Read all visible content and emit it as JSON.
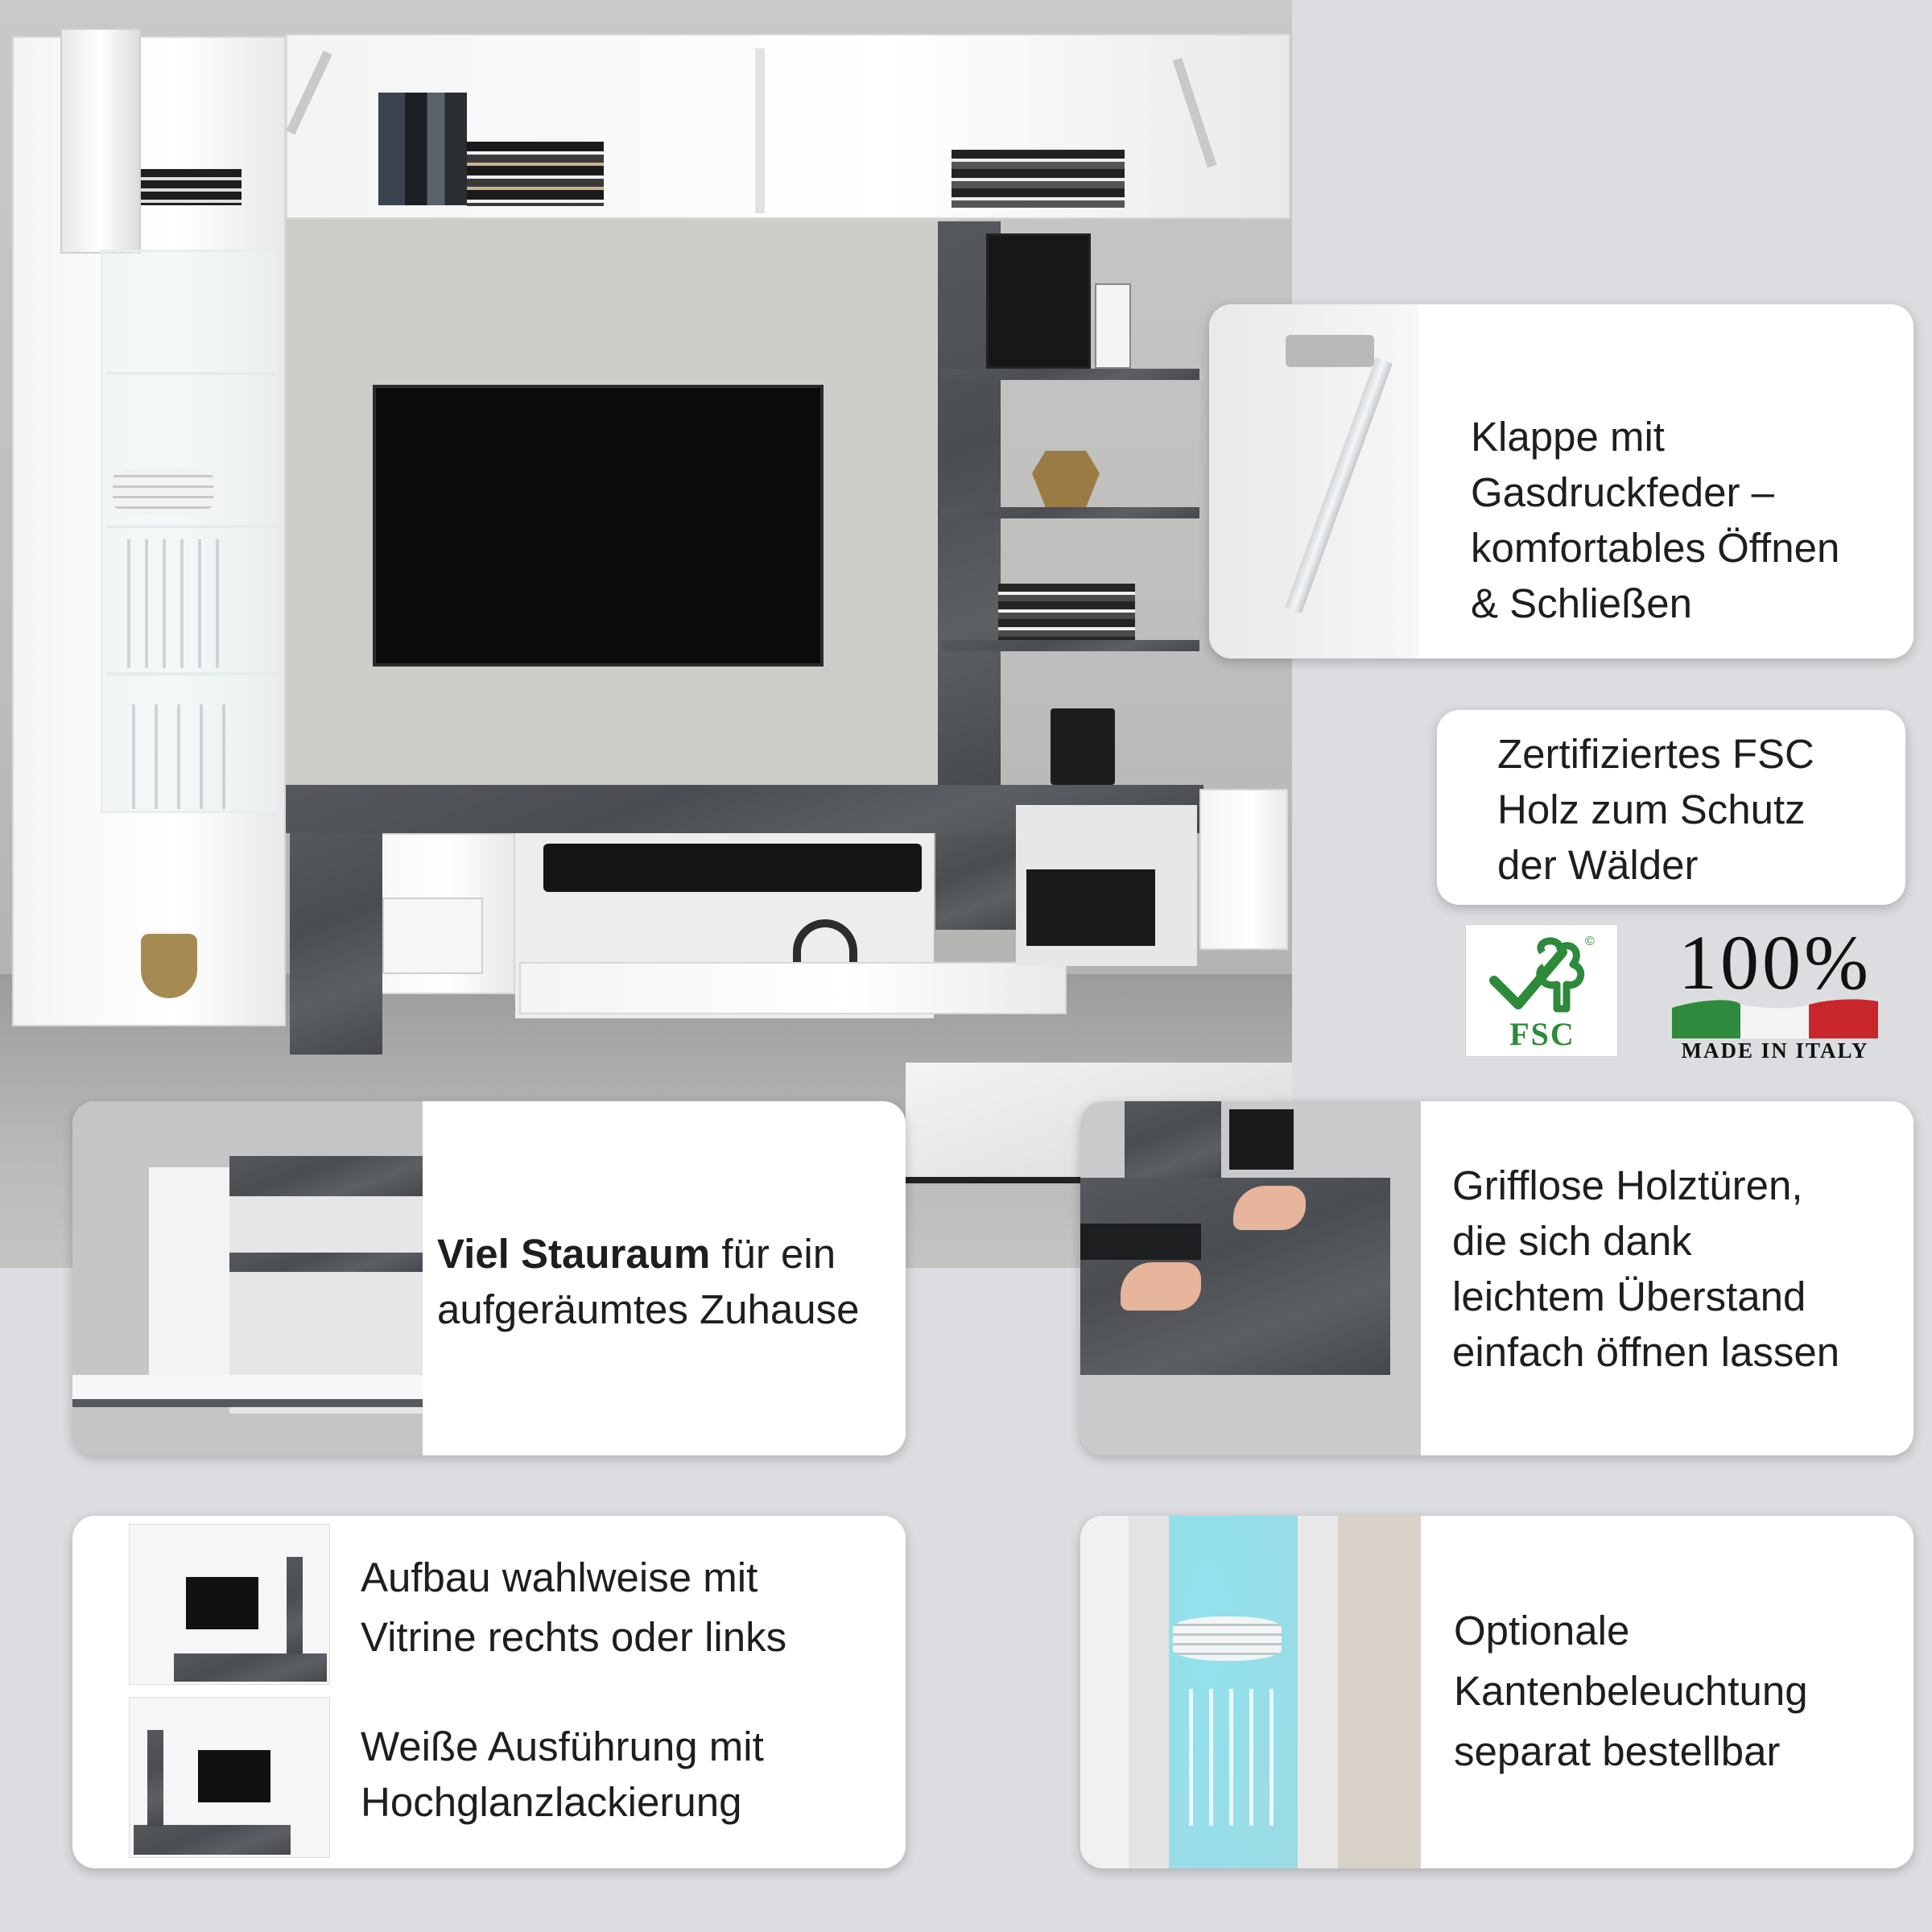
{
  "features": {
    "gas_spring": {
      "lines": [
        "Klappe mit",
        "Gasdruckfeder –",
        "komfortables Öffnen",
        "& Schließen"
      ]
    },
    "fsc": {
      "lines": [
        "Zertifiziertes FSC",
        "Holz zum Schutz",
        "der Wälder"
      ]
    },
    "storage": {
      "bold": "Viel Stauraum",
      "rest": " für ein",
      "line2": "aufgeräumtes Zuhause"
    },
    "handleless": {
      "lines": [
        "Grifflose Holztüren,",
        "die sich dank",
        "leichtem Überstand",
        "einfach öffnen lassen"
      ]
    },
    "assembly": {
      "lines": [
        "Aufbau wahlweise mit",
        "Vitrine rechts oder links"
      ],
      "finish_lines": [
        "Weiße Ausführung mit",
        "Hochglanzlackierung"
      ]
    },
    "lighting": {
      "lines": [
        "Optionale",
        "Kantenbeleuchtung",
        "separat bestellbar"
      ]
    }
  },
  "badges": {
    "fsc_label": "FSC",
    "fsc_reg": "©",
    "italy_percent": "100%",
    "italy_text": "MADE IN ITALY"
  },
  "icons": [
    "fsc-tree-icon",
    "italian-flag-icon"
  ],
  "colors": {
    "slate": "#4e5155",
    "gloss_white": "#f6f6f6",
    "fsc_green": "#2d8a3a",
    "flag_green": "#2e8b3e",
    "flag_red": "#c8262b",
    "led_cyan": "#8fe3ee"
  }
}
